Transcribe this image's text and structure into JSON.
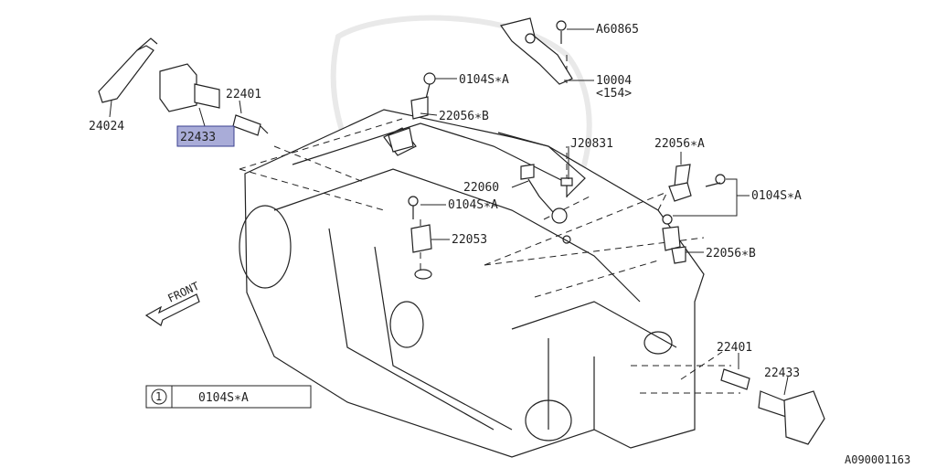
{
  "labels": {
    "p24024": "24024",
    "p22433_top": "22433",
    "p22401_top": "22401",
    "p0104sa_1": "0104S∗A",
    "p22056b_top": "22056∗B",
    "pA60865": "A60865",
    "p10004": "10004",
    "p154": "<154>",
    "pJ20831": "J20831",
    "p22056a": "22056∗A",
    "p22060": "22060",
    "p0104sa_2": "0104S∗A",
    "p0104sa_3": "0104S∗A",
    "p22053": "22053",
    "p22056b_right": "22056∗B",
    "pfront": "FRONT",
    "p22401_bottom": "22401",
    "p22433_bottom": "22433"
  },
  "legend": {
    "num": "1",
    "text": "0104S∗A"
  },
  "diagram_id": "A090001163",
  "highlight_color": "#a9acd8"
}
